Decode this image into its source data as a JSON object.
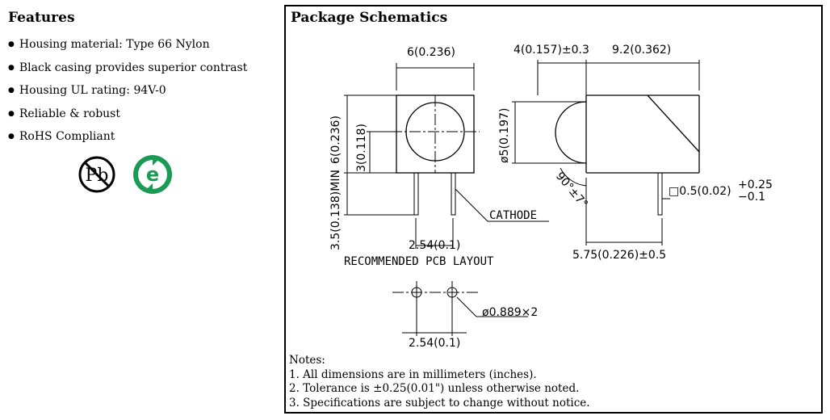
{
  "features": {
    "title": "Features",
    "items": [
      "Housing material: Type 66 Nylon",
      "Black casing provides superior contrast",
      "Housing UL rating: 94V-0",
      "Reliable & robust",
      "RoHS Compliant"
    ],
    "logos": {
      "pb_free_text": "Pb",
      "rohs_text": "e"
    },
    "colors": {
      "rohs_green": "#1a9a55"
    }
  },
  "schematics": {
    "title": "Package Schematics",
    "dims": {
      "front_width": "6(0.236)",
      "side_lead_offset": "4(0.157)±0.3",
      "side_length": "9.2(0.362)",
      "front_height": "6(0.236)",
      "lens_center": "3(0.118)",
      "lead_length": "3.5(0.138)MIN",
      "lens_diameter": "ø5(0.197)",
      "angle": "90°±7°",
      "lead_section": "□0.5(0.02)",
      "tol_plus": "+0.25",
      "tol_minus": "−0.1",
      "cathode": "CATHODE",
      "lead_pitch": "2.54(0.1)",
      "side_base": "5.75(0.226)±0.5",
      "pcb_title": "RECOMMENDED PCB LAYOUT",
      "hole_dia": "ø0.889×2",
      "pcb_pitch": "2.54(0.1)"
    }
  },
  "notes": {
    "heading": "Notes:",
    "items": [
      "1. All dimensions are in millimeters (inches).",
      "2. Tolerance is ±0.25(0.01\") unless otherwise noted.",
      "3. Specifications are subject to change without notice."
    ]
  }
}
